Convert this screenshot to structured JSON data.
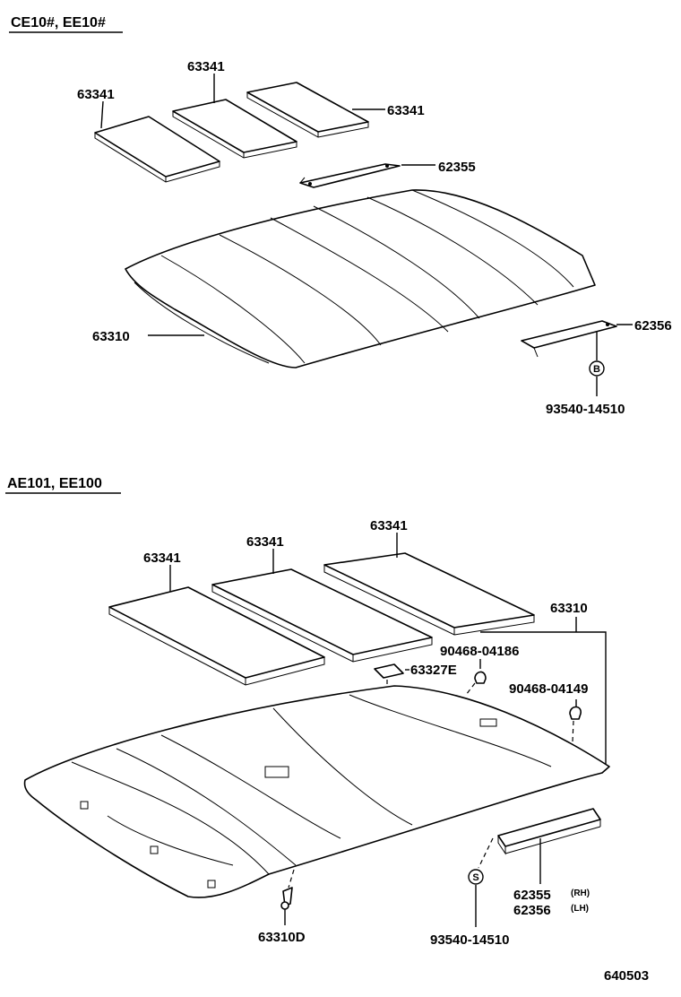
{
  "sections": {
    "top": {
      "title": "CE10#, EE10#"
    },
    "bottom": {
      "title": "AE101, EE100"
    }
  },
  "labels": {
    "t_63341_a": "63341",
    "t_63341_b": "63341",
    "t_63341_c": "63341",
    "t_62355": "62355",
    "t_62356": "62356",
    "t_63310": "63310",
    "t_93540": "93540-14510",
    "t_circle": "B",
    "b_63341_a": "63341",
    "b_63341_b": "63341",
    "b_63341_c": "63341",
    "b_63310": "63310",
    "b_90468_a": "90468-04186",
    "b_63327E": "63327E",
    "b_90468_b": "90468-04149",
    "b_62355": "62355",
    "b_62355_side": "(RH)",
    "b_62356": "62356",
    "b_62356_side": "(LH)",
    "b_63310D": "63310D",
    "b_93540": "93540-14510",
    "b_circle": "S"
  },
  "figure_id": "640503"
}
